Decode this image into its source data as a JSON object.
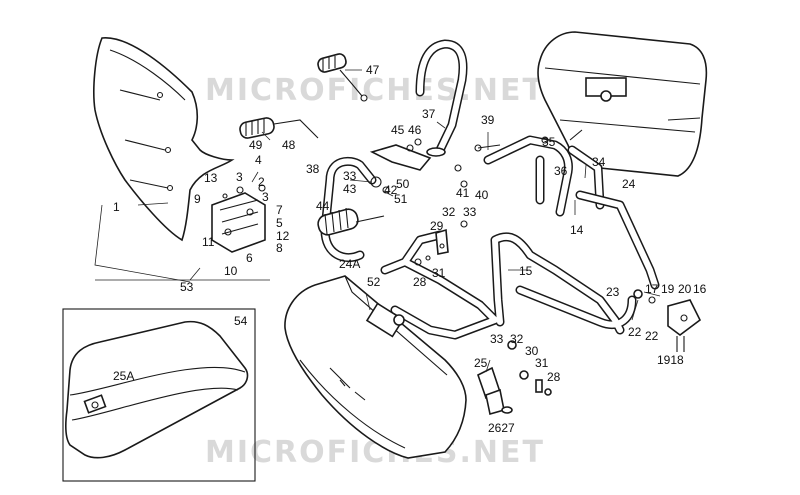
{
  "watermark": "MICROFICHES.NET",
  "inset_label": "54",
  "callouts": [
    "47",
    "48",
    "49",
    "3",
    "4",
    "13",
    "9",
    "2",
    "7",
    "5",
    "3",
    "12",
    "8",
    "11",
    "10",
    "6",
    "1",
    "53",
    "37",
    "45",
    "46",
    "39",
    "38",
    "33",
    "43",
    "50",
    "42",
    "51",
    "44",
    "41",
    "40",
    "35",
    "34",
    "36",
    "24",
    "14",
    "32",
    "33",
    "29",
    "31",
    "28",
    "24A",
    "52",
    "15",
    "23",
    "17",
    "19",
    "20",
    "16",
    "22",
    "22",
    "1918",
    "33",
    "32",
    "30",
    "31",
    "28",
    "25",
    "2627",
    "25A"
  ]
}
